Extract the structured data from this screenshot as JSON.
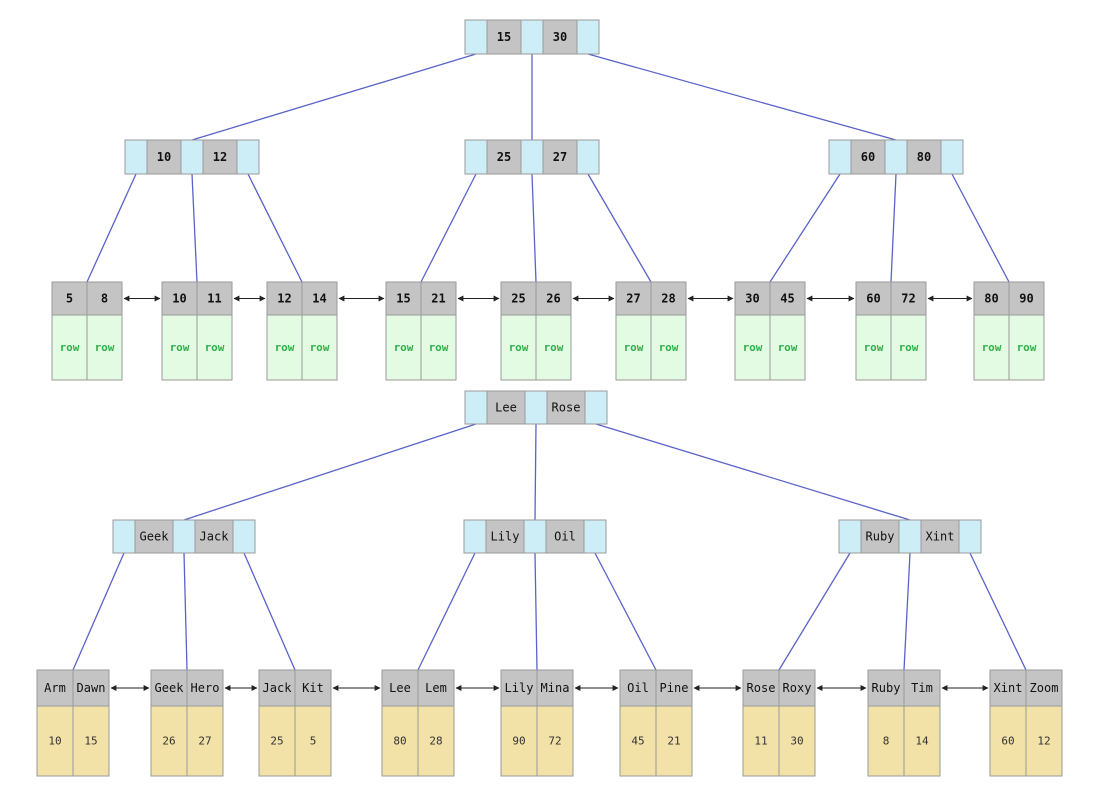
{
  "colors": {
    "key_cell": "#c4c4c4",
    "pointer_cell": "#cdeef6",
    "row_cell": "#e2fbe2",
    "row_text": "#2fb14a",
    "value_cell": "#f2e2a8",
    "edge": "#5a63c8",
    "border": "#9a9a9a"
  },
  "trees": [
    {
      "id": "numeric-bplus-tree",
      "leaf_kind": "row",
      "root": {
        "keys": [
          "15",
          "30"
        ]
      },
      "internal": [
        {
          "keys": [
            "10",
            "12"
          ]
        },
        {
          "keys": [
            "25",
            "27"
          ]
        },
        {
          "keys": [
            "60",
            "80"
          ]
        }
      ],
      "leaves": [
        {
          "keys": [
            "5",
            "8"
          ],
          "values": [
            "row",
            "row"
          ]
        },
        {
          "keys": [
            "10",
            "11"
          ],
          "values": [
            "row",
            "row"
          ]
        },
        {
          "keys": [
            "12",
            "14"
          ],
          "values": [
            "row",
            "row"
          ]
        },
        {
          "keys": [
            "15",
            "21"
          ],
          "values": [
            "row",
            "row"
          ]
        },
        {
          "keys": [
            "25",
            "26"
          ],
          "values": [
            "row",
            "row"
          ]
        },
        {
          "keys": [
            "27",
            "28"
          ],
          "values": [
            "row",
            "row"
          ]
        },
        {
          "keys": [
            "30",
            "45"
          ],
          "values": [
            "row",
            "row"
          ]
        },
        {
          "keys": [
            "60",
            "72"
          ],
          "values": [
            "row",
            "row"
          ]
        },
        {
          "keys": [
            "80",
            "90"
          ],
          "values": [
            "row",
            "row"
          ]
        }
      ]
    },
    {
      "id": "string-bplus-tree",
      "leaf_kind": "value",
      "root": {
        "keys": [
          "Lee",
          "Rose"
        ]
      },
      "internal": [
        {
          "keys": [
            "Geek",
            "Jack"
          ]
        },
        {
          "keys": [
            "Lily",
            "Oil"
          ]
        },
        {
          "keys": [
            "Ruby",
            "Xint"
          ]
        }
      ],
      "leaves": [
        {
          "keys": [
            "Arm",
            "Dawn"
          ],
          "values": [
            "10",
            "15"
          ]
        },
        {
          "keys": [
            "Geek",
            "Hero"
          ],
          "values": [
            "26",
            "27"
          ]
        },
        {
          "keys": [
            "Jack",
            "Kit"
          ],
          "values": [
            "25",
            "5"
          ]
        },
        {
          "keys": [
            "Lee",
            "Lem"
          ],
          "values": [
            "80",
            "28"
          ]
        },
        {
          "keys": [
            "Lily",
            "Mina"
          ],
          "values": [
            "90",
            "72"
          ]
        },
        {
          "keys": [
            "Oil",
            "Pine"
          ],
          "values": [
            "45",
            "21"
          ]
        },
        {
          "keys": [
            "Rose",
            "Roxy"
          ],
          "values": [
            "11",
            "30"
          ]
        },
        {
          "keys": [
            "Ruby",
            "Tim"
          ],
          "values": [
            "8",
            "14"
          ]
        },
        {
          "keys": [
            "Xint",
            "Zoom"
          ],
          "values": [
            "60",
            "12"
          ]
        }
      ]
    }
  ]
}
